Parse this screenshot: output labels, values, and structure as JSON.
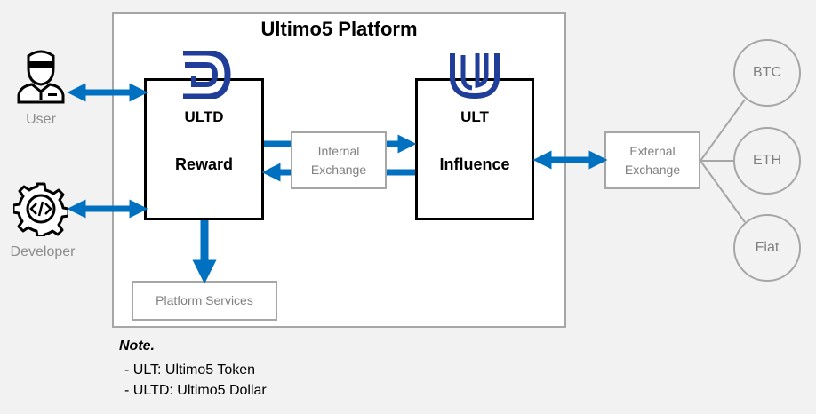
{
  "platform": {
    "title": "Ultimo5 Platform"
  },
  "actors": {
    "user": "User",
    "developer": "Developer"
  },
  "tokens": {
    "ultd": {
      "name": "ULTD",
      "role": "Reward"
    },
    "ult": {
      "name": "ULT",
      "role": "Influence"
    }
  },
  "internal_exchange": {
    "line1": "Internal",
    "line2": "Exchange"
  },
  "external_exchange": {
    "line1": "External",
    "line2": "Exchange"
  },
  "platform_services": "Platform Services",
  "currencies": [
    "BTC",
    "ETH",
    "Fiat"
  ],
  "note": {
    "title": "Note.",
    "items": [
      "- ULT: Ultimo5 Token",
      "- ULTD: Ultimo5 Dollar"
    ]
  },
  "colors": {
    "arrow": "#0070c0",
    "logo": "#1f3d99",
    "border_gray": "#a6a6a6"
  }
}
